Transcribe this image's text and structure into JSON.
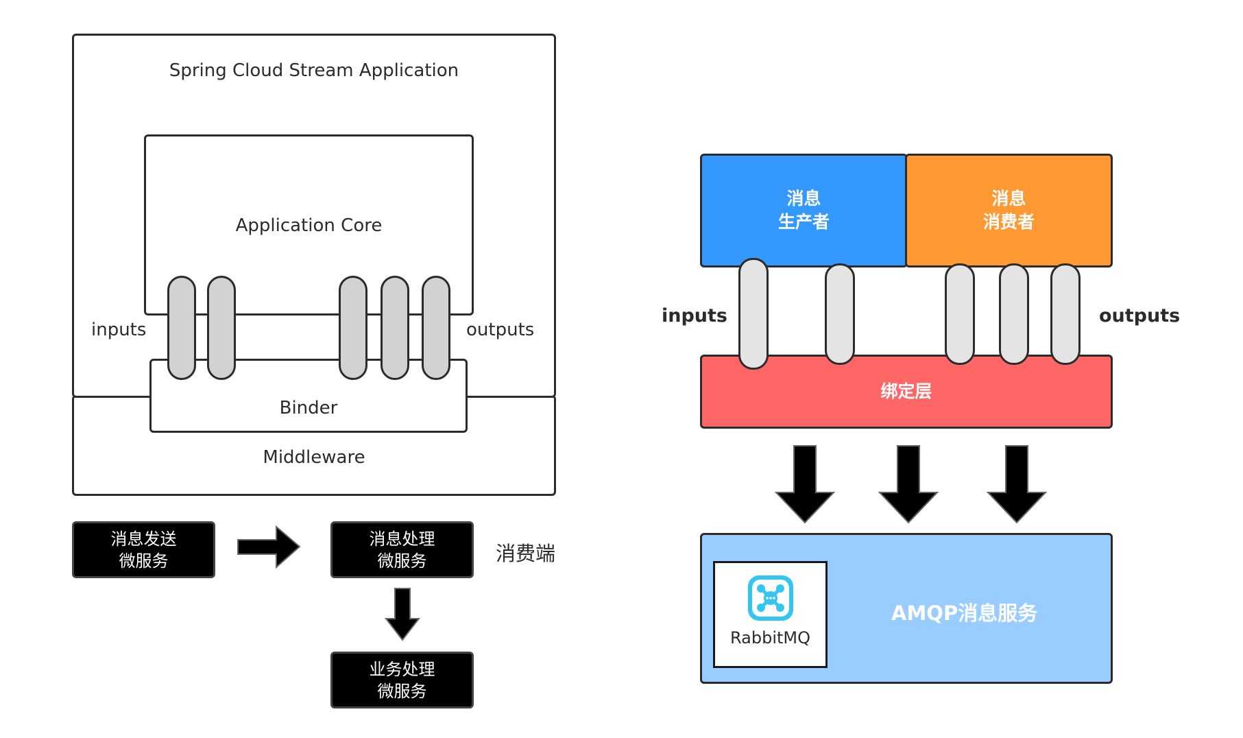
{
  "left": {
    "app_title": "Spring Cloud Stream Application",
    "core_label": "Application Core",
    "binder_label": "Binder",
    "middleware_label": "Middleware",
    "inputs_label": "inputs",
    "outputs_label": "outputs"
  },
  "flow": {
    "send_line1": "消息发送",
    "send_line2": "微服务",
    "process_line1": "消息处理",
    "process_line2": "微服务",
    "business_line1": "业务处理",
    "business_line2": "微服务",
    "consumer_side": "消费端"
  },
  "right": {
    "producer_line1": "消息",
    "producer_line2": "生产者",
    "consumer_line1": "消息",
    "consumer_line2": "消费者",
    "binding_layer": "绑定层",
    "inputs_label": "inputs",
    "outputs_label": "outputs",
    "amqp_label": "AMQP消息服务",
    "rabbitmq_label": "RabbitMQ"
  },
  "colors": {
    "producer": "#3399ff",
    "consumer": "#ff9933",
    "binding": "#ff6666",
    "amqp": "#99ccff",
    "rabbitmq_icon": "#33c6f0"
  }
}
